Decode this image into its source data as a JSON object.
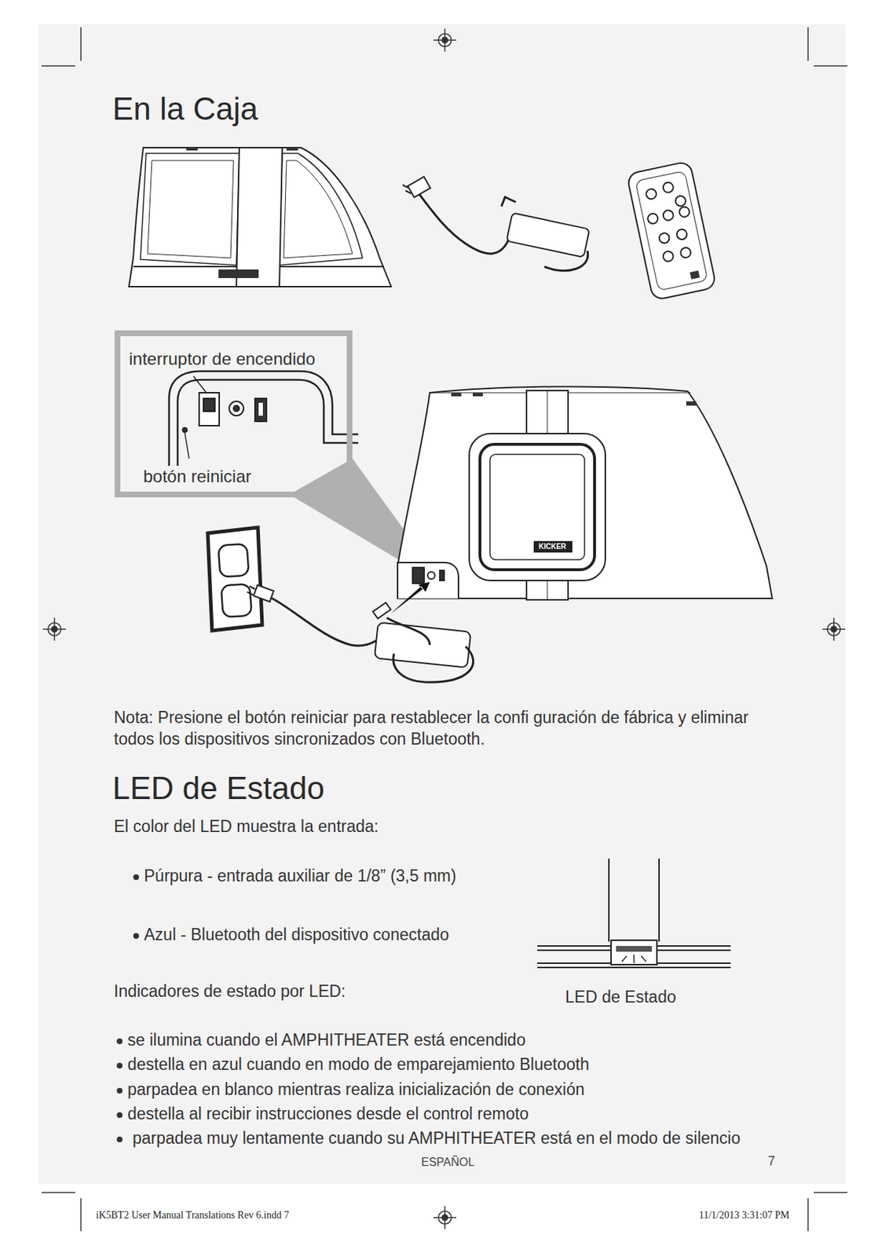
{
  "diagram": {
    "title": "En la Caja",
    "nodes": [
      {
        "text": [
          "interruptor de encendido",
          "botón reiniciar"
        ]
      }
    ],
    "labels": [
      "KICKER",
      "Nota: Presione el botón reiniciar para restablecer la confi guración de fábrica y eliminar todos los dispositivos sincronizados con Bluetooth.",
      "LED de Estado",
      "El color del LED muestra la entrada:",
      "Púrpura - entrada auxiliar de 1/8” (3,5 mm)",
      "Azul - Bluetooth del dispositivo conectado",
      "Indicadores de estado por LED:",
      "LED de Estado",
      "se ilumina cuando el AMPHITHEATER está encendido",
      "destella en azul cuando en modo de emparejamiento Bluetooth",
      "parpadea en blanco mientras realiza inicialización de conexión",
      "destella al recibir instrucciones desde el control remoto",
      "parpadea muy lentamente cuando su AMPHITHEATER está en el modo de silencio",
      "ESPAÑOL",
      "7",
      "iK5BT2 User Manual Translations Rev 6.indd 7",
      "11/1/2013 3:31:07 PM"
    ]
  }
}
